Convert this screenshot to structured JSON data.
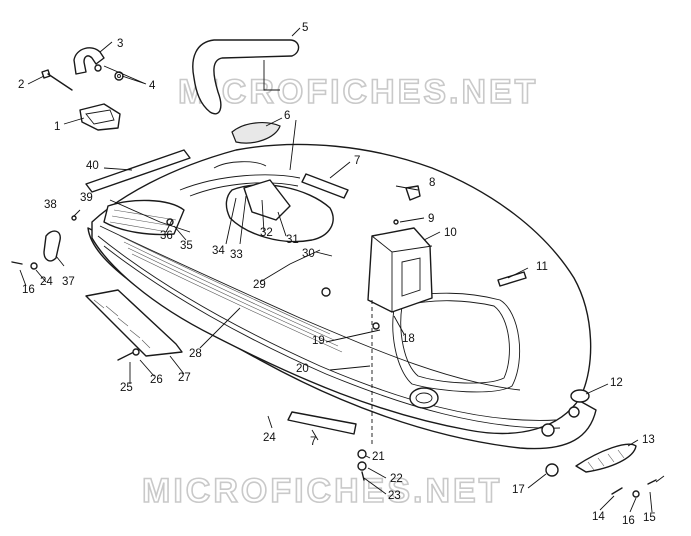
{
  "watermarks": {
    "top": "MICROFICHES.NET",
    "bottom": "MICROFICHES.NET"
  },
  "callouts": {
    "c1": "1",
    "c2": "2",
    "c3": "3",
    "c4": "4",
    "c5": "5",
    "c6": "6",
    "c7a": "7",
    "c7b": "7",
    "c8": "8",
    "c9": "9",
    "c10": "10",
    "c11": "11",
    "c12": "12",
    "c13": "13",
    "c14": "14",
    "c15": "15",
    "c16a": "16",
    "c16b": "16",
    "c17": "17",
    "c18": "18",
    "c19": "19",
    "c20": "20",
    "c21": "21",
    "c22": "22",
    "c23": "23",
    "c24a": "24",
    "c24b": "24",
    "c25": "25",
    "c26": "26",
    "c27": "27",
    "c28": "28",
    "c29": "29",
    "c30": "30",
    "c31": "31",
    "c32": "32",
    "c33": "33",
    "c34": "34",
    "c35": "35",
    "c36": "36",
    "c37": "37",
    "c38": "38",
    "c39": "39",
    "c40": "40"
  }
}
